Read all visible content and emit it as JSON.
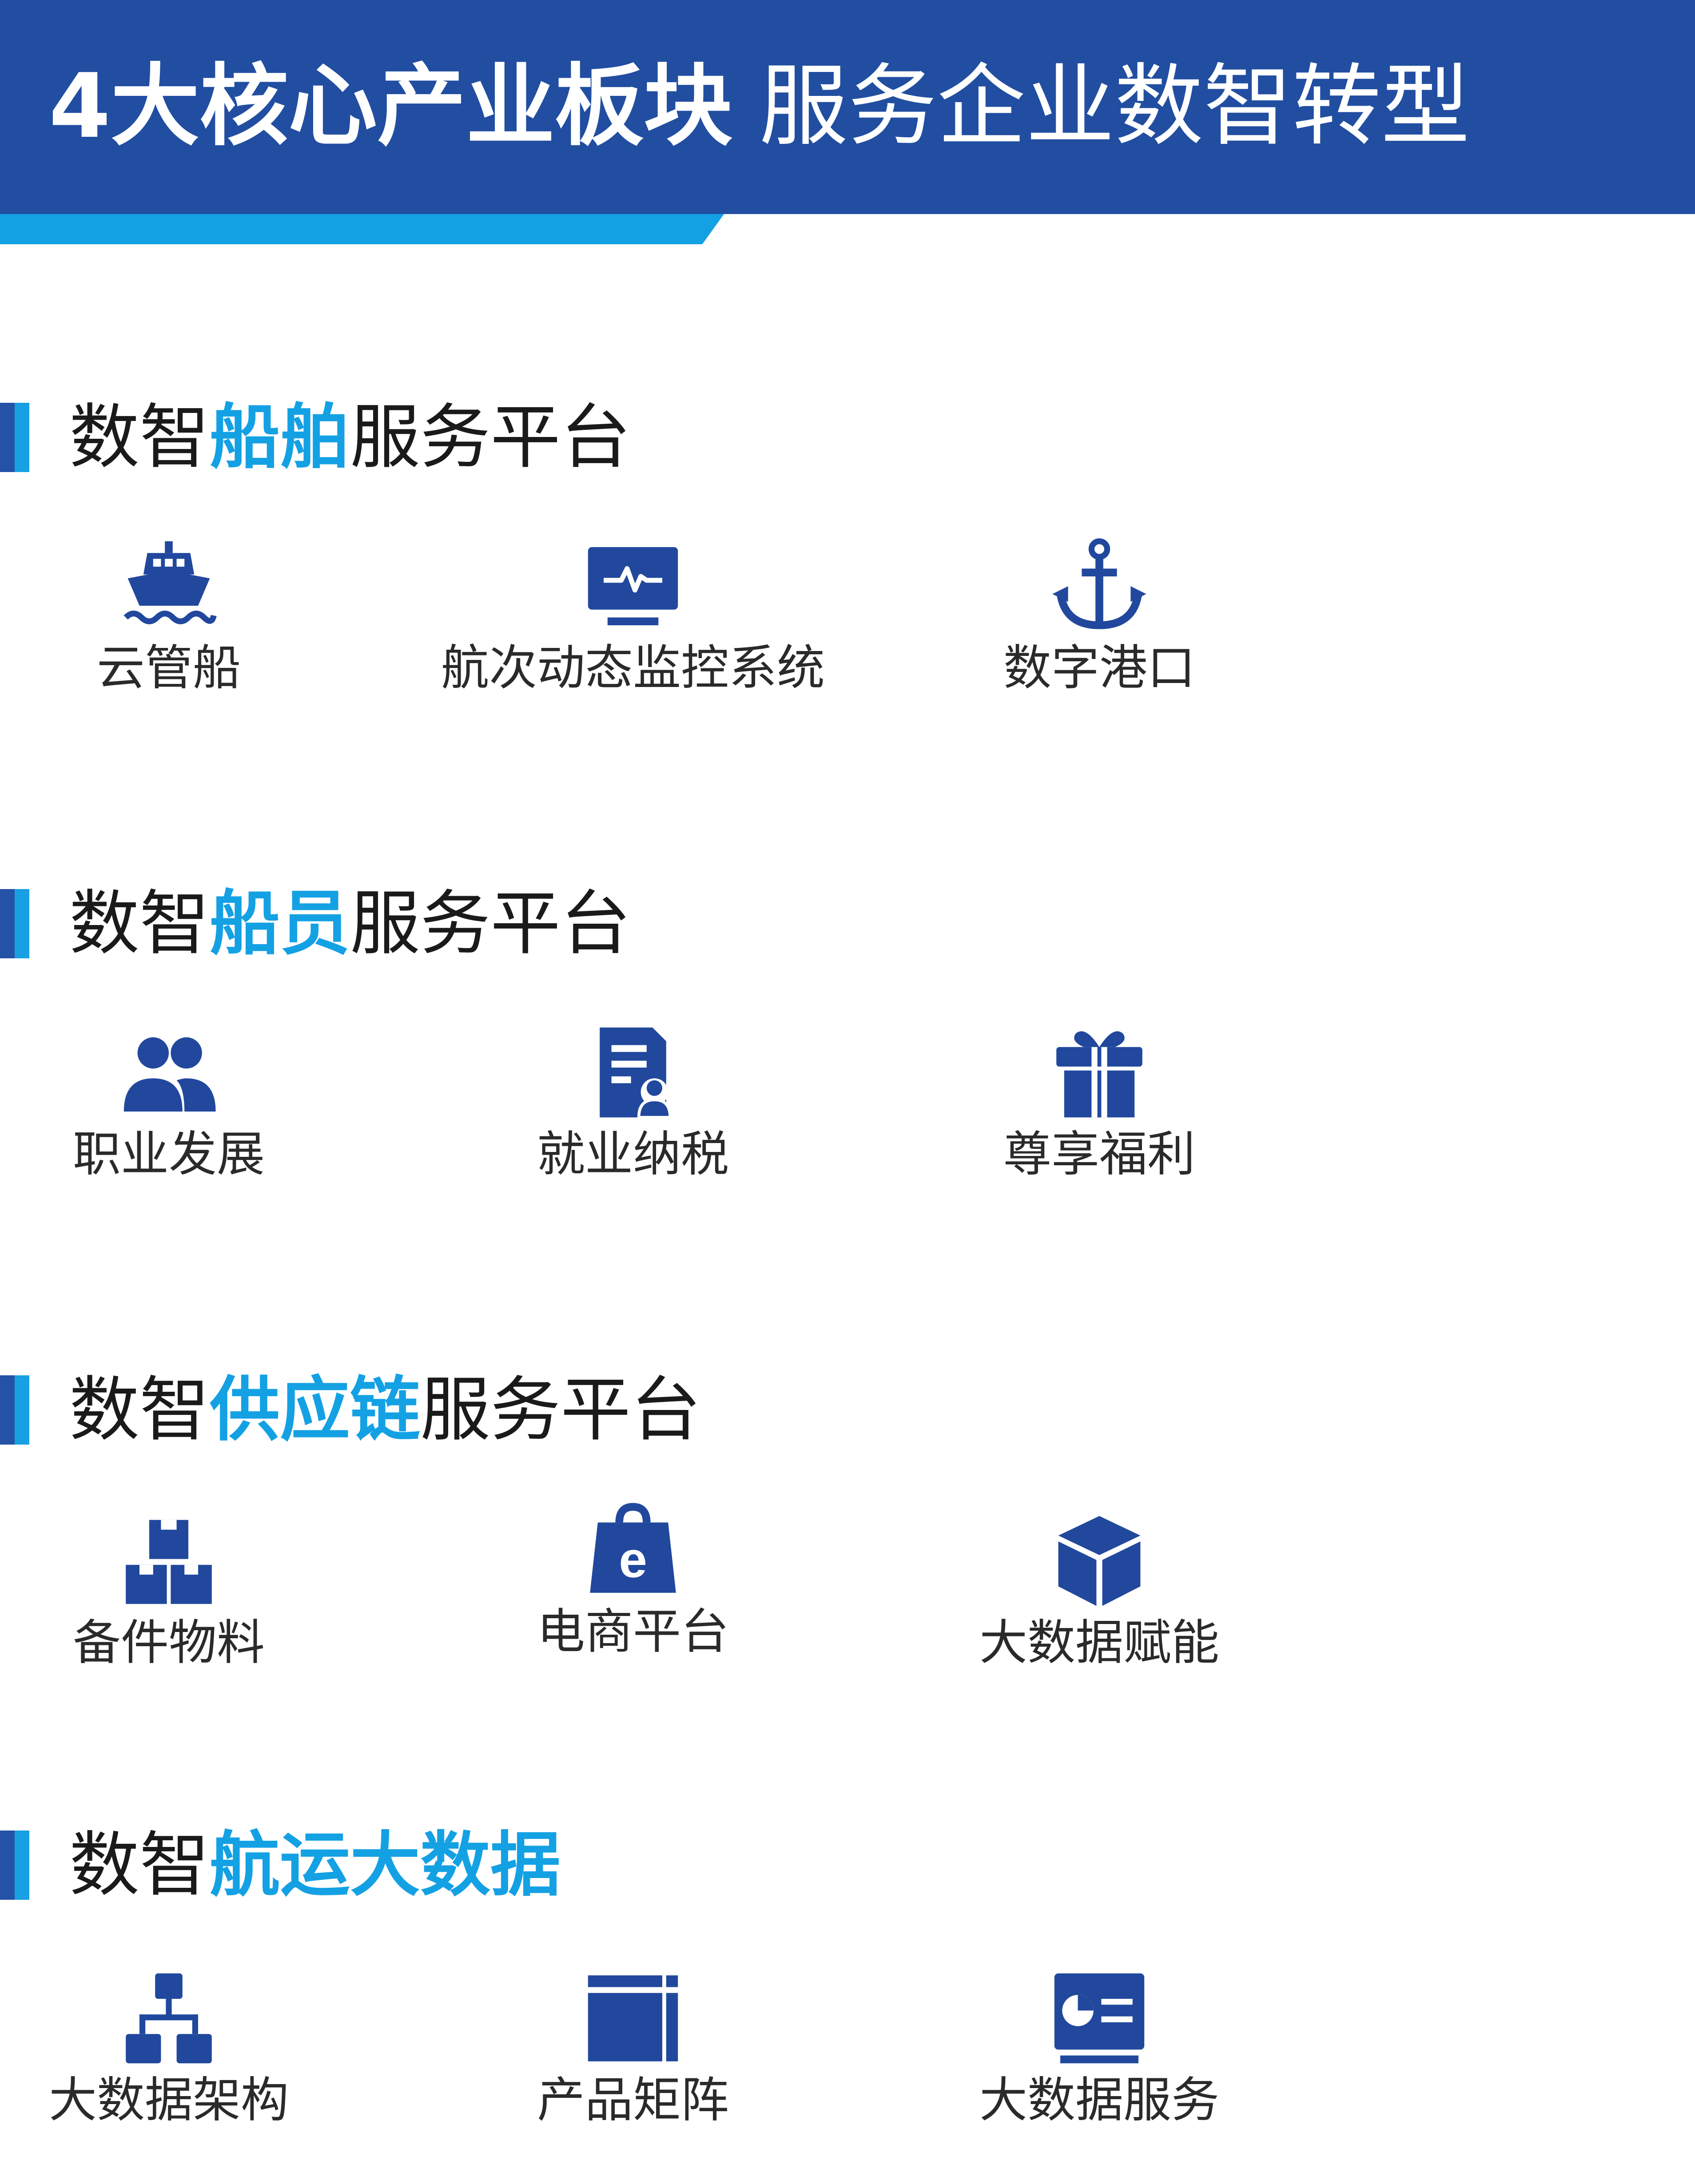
{
  "header": {
    "title_bold": "4大核心产业板块",
    "title_light": "服务企业数智转型"
  },
  "colors": {
    "header_bg": "#214ea1",
    "accent": "#14a1e4",
    "icon": "#21489d"
  },
  "sections": [
    {
      "prefix": "数智",
      "highlight": "船舶",
      "suffix": "服务平台",
      "items": [
        {
          "label": "云管船",
          "icon": "ship-icon"
        },
        {
          "label": "航次动态监控系统",
          "icon": "monitor-pulse-icon"
        },
        {
          "label": "数字港口",
          "icon": "anchor-icon"
        }
      ]
    },
    {
      "prefix": "数智",
      "highlight": "船员",
      "suffix": "服务平台",
      "items": [
        {
          "label": "职业发展",
          "icon": "users-icon"
        },
        {
          "label": "就业纳税",
          "icon": "document-user-icon"
        },
        {
          "label": "尊享福利",
          "icon": "gift-icon"
        }
      ]
    },
    {
      "prefix": "数智",
      "highlight": "供应链",
      "suffix": "服务平台",
      "items": [
        {
          "label": "备件物料",
          "icon": "boxes-icon"
        },
        {
          "label": "电商平台",
          "icon": "shopping-bag-e-icon"
        },
        {
          "label": "大数据赋能",
          "icon": "cube-icon"
        }
      ]
    },
    {
      "prefix": "数智",
      "highlight": "航运大数据",
      "suffix": "",
      "items": [
        {
          "label": "大数据架构",
          "icon": "hierarchy-icon"
        },
        {
          "label": "产品矩阵",
          "icon": "matrix-icon"
        },
        {
          "label": "大数据服务",
          "icon": "dashboard-icon"
        }
      ]
    }
  ]
}
